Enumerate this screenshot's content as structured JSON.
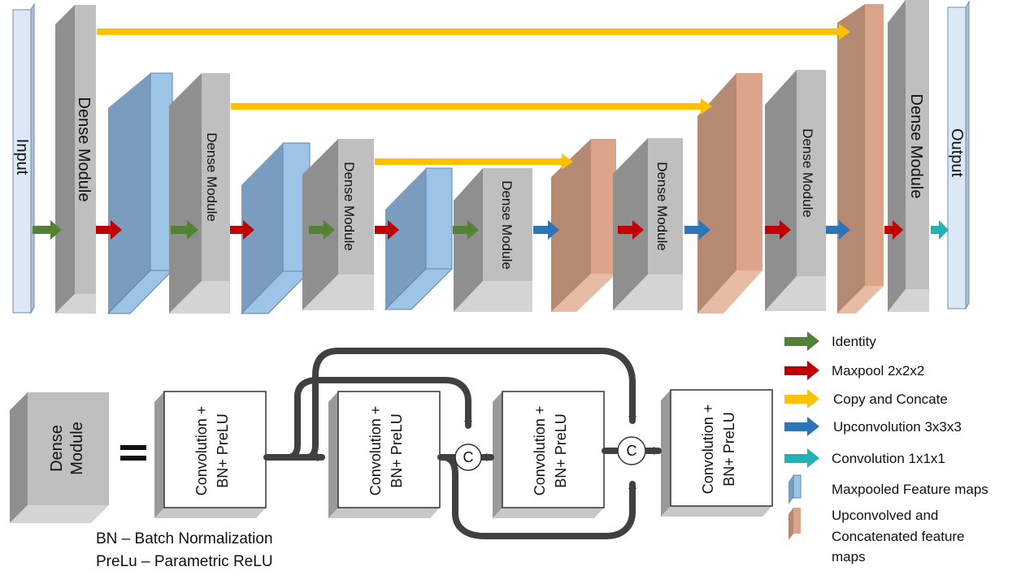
{
  "network": {
    "input_label": "Input",
    "output_label": "Output",
    "dense_module_label": "Dense Module"
  },
  "module_detail": {
    "dense_module_label_line1": "Dense",
    "dense_module_label_line2": "Module",
    "equals": "=",
    "conv_line1": "Convolution +",
    "conv_line2": "BN+ PreLU",
    "concat_symbol": "C"
  },
  "notes": {
    "bn": "BN – Batch Normalization",
    "prelu": "PreLu – Parametric ReLU"
  },
  "legend": {
    "identity": "Identity",
    "maxpool": "Maxpool 2x2x2",
    "copy": "Copy and Concate",
    "upconv": "Upconvolution 3x3x3",
    "conv1": "Convolution 1x1x1",
    "maxpooled": "Maxpooled Feature maps",
    "upconvolved_1": "Upconvolved and",
    "upconvolved_2": "Concatenated feature",
    "upconvolved_3": "maps"
  },
  "colors": {
    "identity": "#548235",
    "maxpool": "#c00000",
    "copy": "#ffc000",
    "upconv": "#2e75b6",
    "conv1": "#23b2b2",
    "maxpooled_front": "#9dc3e6",
    "maxpooled_side": "#7a9dbf",
    "upconv_front": "#dca58a",
    "upconv_side": "#b58a72",
    "dense_front": "#bfbfbf",
    "dense_side": "#8f8f8f",
    "dense_top": "#d4d4d4",
    "connector": "#404040"
  }
}
